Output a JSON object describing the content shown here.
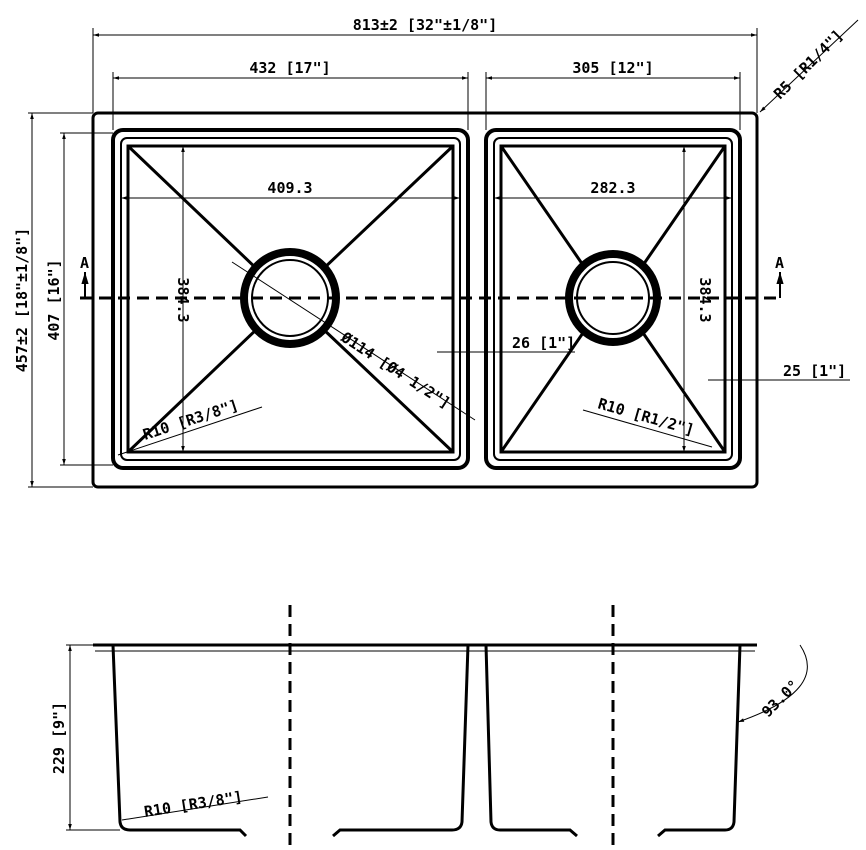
{
  "top_view": {
    "overall_width": "813±2 [32\"±1/8\"]",
    "left_bowl_width": "432 [17\"]",
    "right_bowl_width": "305 [12\"]",
    "corner_radius": "R5 [R1/4\"]",
    "overall_depth": "457±2 [18\"±1/8\"]",
    "bowl_depth": "407 [16\"]",
    "left_inner_width": "409.3",
    "right_inner_width": "282.3",
    "left_inner_depth": "384.3",
    "right_inner_depth": "384.3",
    "drain_diameter": "Ø114 [Ø4 1/2\"]",
    "divider_width": "26 [1\"]",
    "rim_width": "25 [1\"]",
    "left_radius": "R10 [R3/8\"]",
    "right_radius": "R10 [R1/2\"]",
    "section_marker": "A"
  },
  "side_view": {
    "height": "229 [9\"]",
    "radius": "R10 [R3/8\"]",
    "angle": "93.0°"
  }
}
